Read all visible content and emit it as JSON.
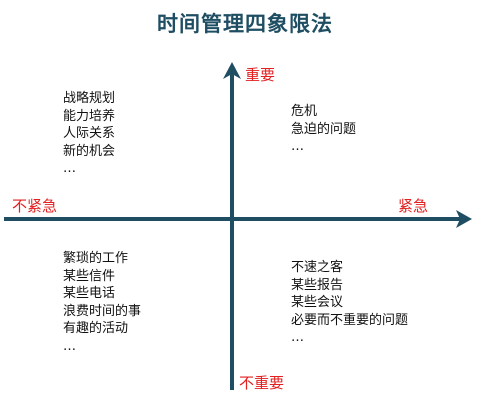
{
  "title": "时间管理四象限法",
  "axis_labels": {
    "top": "重要",
    "bottom": "不重要",
    "left": "不紧急",
    "right": "紧急"
  },
  "quadrants": {
    "top_left": [
      "战略规划",
      "能力培养",
      "人际关系",
      "新的机会",
      "…"
    ],
    "top_right": [
      "危机",
      "急迫的问题",
      "…"
    ],
    "bottom_left": [
      "繁琐的工作",
      "某些信件",
      "某些电话",
      "浪费时间的事",
      "有趣的活动",
      "…"
    ],
    "bottom_right": [
      "不速之客",
      "某些报告",
      "某些会议",
      "必要而不重要的问题",
      "…"
    ]
  },
  "colors": {
    "axis": "#1f4e63",
    "label": "#e32020",
    "title": "#1f4e63"
  }
}
